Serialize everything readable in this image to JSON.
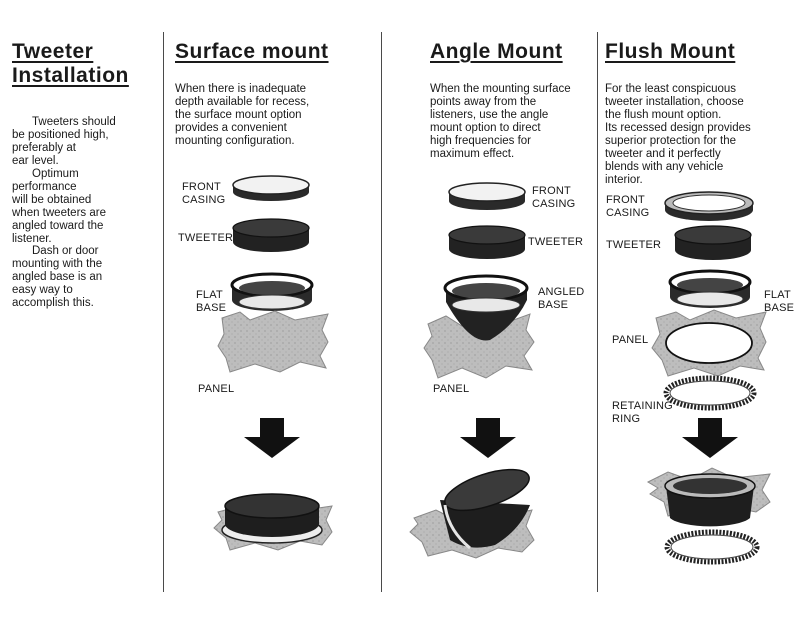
{
  "intro": {
    "title_line1": "Tweeter",
    "title_line2": "Installation",
    "p1": "Tweeters should\nbe positioned high,\npreferably at\near level.",
    "p2": "Optimum\nperformance\nwill be obtained\nwhen tweeters are\nangled toward the\nlistener.",
    "p3": "Dash or door\nmounting with the\nangled base is an\neasy way to\naccomplish this."
  },
  "surface": {
    "title": "Surface mount",
    "desc": "When there is inadequate\ndepth available for recess,\nthe surface mount option\nprovides a convenient\nmounting configuration.",
    "labels": {
      "front_casing": "FRONT\nCASING",
      "tweeter": "TWEETER",
      "flat_base": "FLAT\nBASE",
      "panel": "PANEL"
    }
  },
  "angle": {
    "title": "Angle Mount",
    "desc": "When the mounting surface\npoints away from the\nlisteners, use the angle\nmount option to direct\nhigh frequencies for\nmaximum effect.",
    "labels": {
      "front_casing": "FRONT\nCASING",
      "tweeter": "TWEETER",
      "angled_base": "ANGLED\nBASE",
      "panel": "PANEL"
    }
  },
  "flush": {
    "title": "Flush Mount",
    "desc": "For the least conspicuous\ntweeter installation, choose\nthe flush mount option.\nIts recessed design provides\nsuperior protection for the\ntweeter and it perfectly\nblends with any vehicle\ninterior.",
    "labels": {
      "front_casing": "FRONT\nCASING",
      "tweeter": "TWEETER",
      "flat_base": "FLAT\nBASE",
      "panel": "PANEL",
      "retaining_ring": "RETAINING\nRING"
    }
  }
}
